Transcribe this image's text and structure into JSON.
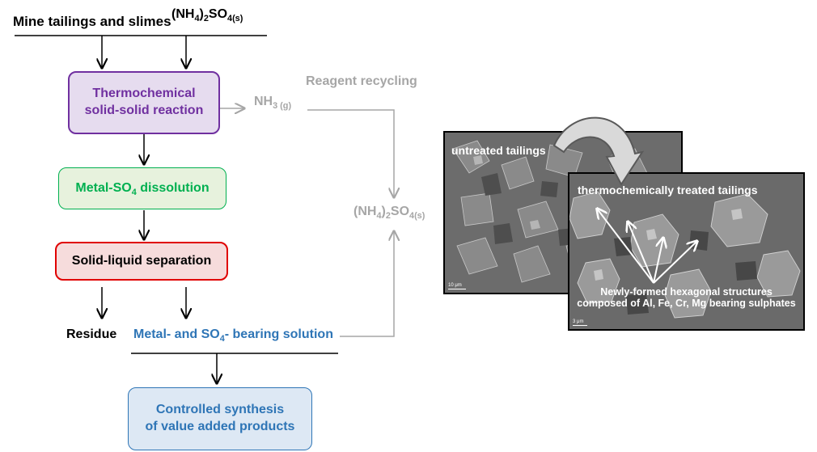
{
  "inputs": {
    "tailings": "Mine tailings and slimes",
    "reagent_main": "(NH",
    "reagent_sub1": "4",
    "reagent_mid": ")",
    "reagent_sub2": "2",
    "reagent_so": "SO",
    "reagent_sub3": "4(s)"
  },
  "process": {
    "reaction_line1": "Thermochemical",
    "reaction_line2": "solid-solid reaction",
    "dissolution_pre": "Metal-SO",
    "dissolution_sub": "4",
    "dissolution_post": " dissolution",
    "separation": "Solid-liquid separation",
    "residue": "Residue",
    "solution_pre": "Metal- and SO",
    "solution_sub": "4",
    "solution_post": "- bearing solution",
    "synthesis_line1": "Controlled synthesis",
    "synthesis_line2": "of value added products"
  },
  "recycling": {
    "title": "Reagent recycling",
    "nh3_main": "NH",
    "nh3_sub": "3 (g)",
    "salt_main": "(NH",
    "salt_sub1": "4",
    "salt_mid": ")",
    "salt_sub2": "2",
    "salt_so": "SO",
    "salt_sub3": "4(s)"
  },
  "micrographs": {
    "untreated_label": "untreated tailings",
    "untreated_scale": "10 μm",
    "treated_label": "thermochemically treated tailings",
    "treated_scale": "3 μm",
    "annotation_line1": "Newly-formed hexagonal structures",
    "annotation_line2": "composed of Al, Fe, Cr, Mg bearing sulphates"
  },
  "colors": {
    "reaction": "#7030a0",
    "dissolution": "#00b050",
    "separation": "#c00000",
    "synthesis": "#2e75b6",
    "recycling": "#a6a6a6"
  }
}
